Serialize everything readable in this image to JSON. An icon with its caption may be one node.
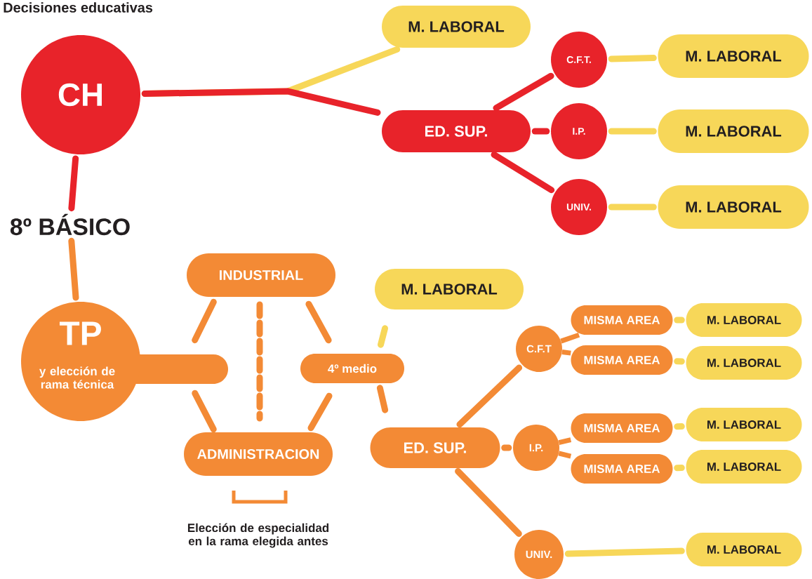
{
  "diagram": {
    "title": "Decisiones educativas",
    "nodes": [
      {
        "text": [
          "CH"
        ]
      },
      {
        "text": [
          "8º BÁSICO"
        ]
      },
      {
        "text": [
          "M. LABORAL"
        ]
      },
      {
        "text": [
          "ED. SUP."
        ]
      },
      {
        "text": [
          "C.F.T."
        ]
      },
      {
        "text": [
          "I.P."
        ]
      },
      {
        "text": [
          "UNIV."
        ]
      },
      {
        "text": [
          "M. LABORAL"
        ]
      },
      {
        "text": [
          "M. LABORAL"
        ]
      },
      {
        "text": [
          "M. LABORAL"
        ]
      },
      {
        "text": [
          "TP",
          "y elección de rama técnica"
        ]
      },
      {
        "text": [
          "INDUSTRIAL"
        ]
      },
      {
        "text": [
          "ADMINISTRACION"
        ]
      },
      {
        "text": [
          "4º medio"
        ]
      },
      {
        "text": [
          "M. LABORAL"
        ]
      },
      {
        "text": [
          "ED. SUP."
        ]
      },
      {
        "text": [
          "C.F.T"
        ]
      },
      {
        "text": [
          "I.P."
        ]
      },
      {
        "text": [
          "UNIV."
        ]
      },
      {
        "text": [
          "MISMA AREA"
        ]
      },
      {
        "text": [
          "MISMA AREA"
        ]
      },
      {
        "text": [
          "MISMA AREA"
        ]
      },
      {
        "text": [
          "MISMA AREA"
        ]
      },
      {
        "text": [
          "M. LABORAL"
        ]
      },
      {
        "text": [
          "M. LABORAL"
        ]
      },
      {
        "text": [
          "M. LABORAL"
        ]
      },
      {
        "text": [
          "M. LABORAL"
        ]
      },
      {
        "text": [
          "M. LABORAL"
        ]
      }
    ],
    "edges": [
      {
        "from": 0,
        "to": 1,
        "arrow": "none",
        "color": "#e8232a"
      },
      {
        "from": 0,
        "to": 2,
        "arrow": "none",
        "color": "#f7d759"
      },
      {
        "from": 0,
        "to": 3,
        "arrow": "none",
        "color": "#e8232a"
      },
      {
        "from": 3,
        "to": 4,
        "arrow": "none",
        "color": "#e8232a"
      },
      {
        "from": 3,
        "to": 5,
        "arrow": "none",
        "color": "#e8232a"
      },
      {
        "from": 3,
        "to": 6,
        "arrow": "none",
        "color": "#e8232a"
      },
      {
        "from": 4,
        "to": 7,
        "arrow": "none",
        "color": "#f7d759"
      },
      {
        "from": 5,
        "to": 8,
        "arrow": "none",
        "color": "#f7d759"
      },
      {
        "from": 6,
        "to": 9,
        "arrow": "none",
        "color": "#f7d759"
      },
      {
        "from": 1,
        "to": 10,
        "arrow": "none"
      },
      {
        "from": 10,
        "to": 11,
        "arrow": "none"
      },
      {
        "from": 10,
        "to": 12,
        "arrow": "none"
      },
      {
        "from": 11,
        "to": 12,
        "arrow": "none",
        "style": "dashed"
      },
      {
        "from": 11,
        "to": 13,
        "arrow": "none"
      },
      {
        "from": 12,
        "to": 13,
        "arrow": "none"
      },
      {
        "from": 13,
        "to": 14,
        "arrow": "none",
        "color": "#f7d759"
      },
      {
        "from": 13,
        "to": 15,
        "arrow": "none"
      },
      {
        "from": 15,
        "to": 16,
        "arrow": "none"
      },
      {
        "from": 15,
        "to": 17,
        "arrow": "none"
      },
      {
        "from": 15,
        "to": 18,
        "arrow": "none"
      },
      {
        "from": 16,
        "to": 19,
        "arrow": "none"
      },
      {
        "from": 16,
        "to": 20,
        "arrow": "none"
      },
      {
        "from": 17,
        "to": 21,
        "arrow": "none"
      },
      {
        "from": 17,
        "to": 22,
        "arrow": "none"
      },
      {
        "from": 19,
        "to": 23,
        "arrow": "none",
        "color": "#f7d759"
      },
      {
        "from": 20,
        "to": 24,
        "arrow": "none",
        "color": "#f7d759"
      },
      {
        "from": 21,
        "to": 25,
        "arrow": "none",
        "color": "#f7d759"
      },
      {
        "from": 22,
        "to": 26,
        "arrow": "none",
        "color": "#f7d759"
      },
      {
        "from": 18,
        "to": 27,
        "arrow": "none",
        "color": "#f7d759"
      }
    ],
    "labels": [
      "Elección de especialidad en la rama elegida antes"
    ]
  }
}
